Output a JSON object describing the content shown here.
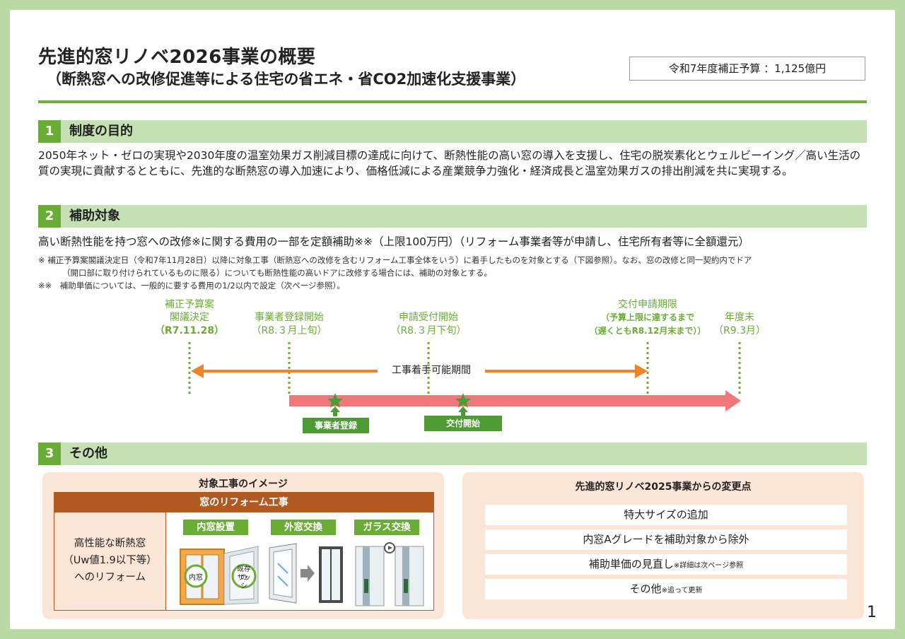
{
  "header": {
    "title": "先進的窓リノベ2026事業の概要",
    "subtitle": "（断熱窓への改修促進等による住宅の省エネ・省CO2加速化支援事業）",
    "budget": "令和7年度補正予算 ：1,125億円"
  },
  "sections": [
    {
      "num": "1",
      "title": "制度の目的"
    },
    {
      "num": "2",
      "title": "補助対象"
    },
    {
      "num": "3",
      "title": "その他"
    }
  ],
  "purpose": {
    "text": "2050年ネット・ゼロの実現や2030年度の温室効果ガス削減目標の達成に向けて、断熱性能の高い窓の導入を支援し、住宅の脱炭素化とウェルビーイング／高い生活の質の実現に貢献するとともに、先進的な断熱窓の導入加速により、価格低減による産業競争力強化・経済成長と温室効果ガスの排出削減を共に実現する。"
  },
  "target": {
    "text": "高い断熱性能を持つ窓への改修※に関する費用の一部を定額補助※※（上限100万円）（リフォーム事業者等が申請し、住宅所有者等に全額還元）",
    "note1": "※ 補正予算案閣議決定日（令和7年11月28日）以降に対象工事（断熱窓への改修を含むリフォーム工事全体をいう）に着手したものを対象とする（下図参照）。なお、窓の改修と同一契約内でドア",
    "note1b": "（開口部に取り付けられているものに限る）についても断熱性能の高いドアに改修する場合には、補助の対象とする。",
    "note2": "※※　補助単価については、一般的に要する費用の1/2以内で設定（次ページ参照）。"
  },
  "timeline": {
    "m1_a": "補正予算案",
    "m1_b": "閣議決定",
    "m1_c": "（R7.11.28）",
    "m2_a": "事業者登録開始",
    "m2_b": "（R8.３月上旬）",
    "m3_a": "申請受付開始",
    "m3_b": "（R8.３月下旬）",
    "m4_a": "交付申請期限",
    "m4_b": "（予算上限に達するまで",
    "m4_c": "（遅くともR8.12月末まで））",
    "m5_a": "年度末",
    "m5_b": "（R9.3月）",
    "period": "工事着手可能期間",
    "tag1": "事業者登録",
    "tag2": "交付開始"
  },
  "other": {
    "image_title": "対象工事のイメージ",
    "reform_head": "窓のリフォーム工事",
    "left_1": "高性能な断熱窓",
    "left_2": "（Uw値1.9以下等）",
    "left_3": "へのリフォーム",
    "method1": "内窓設置",
    "method2": "外窓交換",
    "method3": "ガラス交換",
    "inner_label": "内窓",
    "existing_label_1": "既存の",
    "existing_label_2": "サッシ",
    "changes_title": "先進的窓リノベ2025事業からの変更点",
    "change1": "特大サイズの追加",
    "change2": "内窓Aグレードを補助対象から除外",
    "change3": "補助単価の見直し",
    "change3_note": "※詳細は次ページ参照",
    "change4": "その他",
    "change4_note": "※追って更新"
  },
  "page_number": "1",
  "colors": {
    "green": "#6aac36",
    "light_green": "#c5e0b2",
    "orange": "#f0822a",
    "pink": "#f0787a",
    "brown": "#b05a22",
    "peach": "#fbe5d6"
  }
}
